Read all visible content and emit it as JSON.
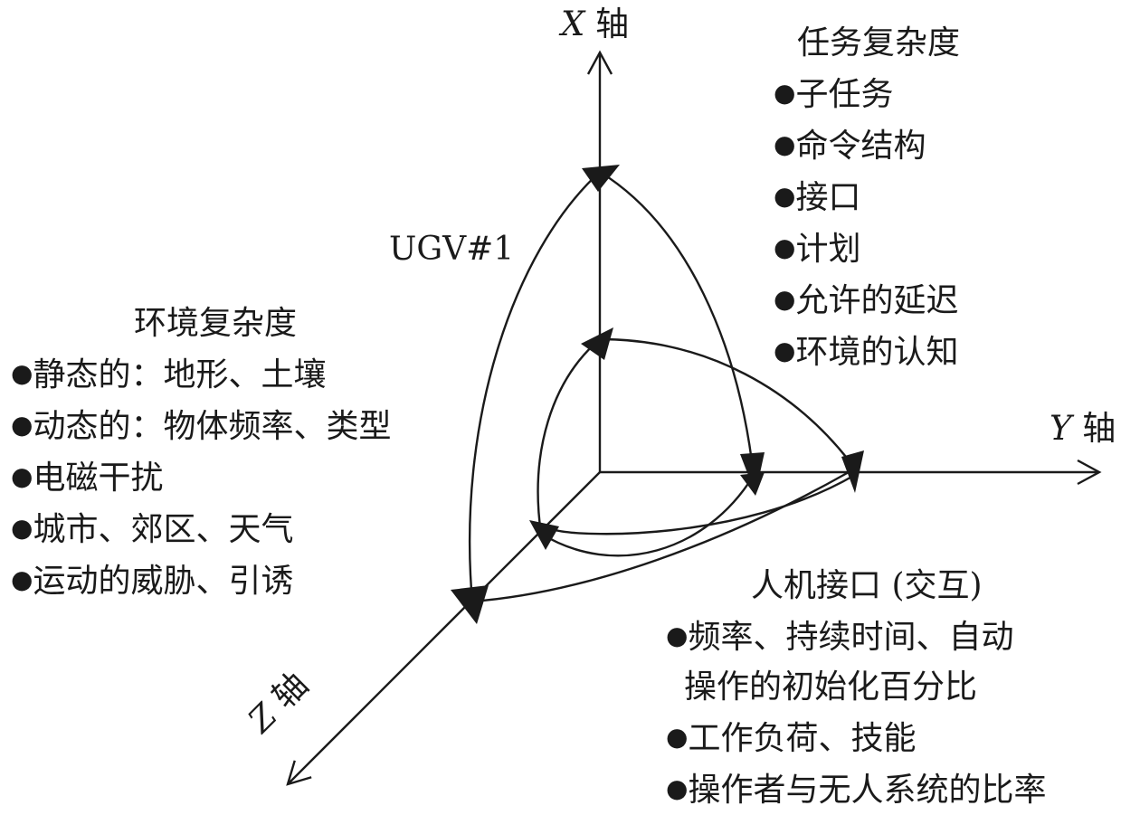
{
  "axes": {
    "x": {
      "name": "X",
      "suffix": "轴"
    },
    "y": {
      "name": "Y",
      "suffix": "轴"
    },
    "z": {
      "name": "Z",
      "suffix": "轴"
    }
  },
  "curve_label": "UGV#1",
  "bullet": "●",
  "task_complexity": {
    "title": "任务复杂度",
    "items": [
      "子任务",
      "命令结构",
      "接口",
      "计划",
      "允许的延迟",
      "环境的认知"
    ]
  },
  "environment_complexity": {
    "title": "环境复杂度",
    "items": [
      "静态的：地形、土壤",
      "动态的：物体频率、类型",
      "电磁干扰",
      "城市、郊区、天气",
      "运动的威胁、引诱"
    ]
  },
  "human_machine_interface": {
    "title": "人机接口 (交互)",
    "item1_line1": "频率、持续时间、自动",
    "item1_line2": "操作的初始化百分比",
    "item2": "工作负荷、技能",
    "item3": "操作者与无人系统的比率"
  },
  "colors": {
    "ink": "#1a1a1a",
    "background": "#ffffff"
  }
}
